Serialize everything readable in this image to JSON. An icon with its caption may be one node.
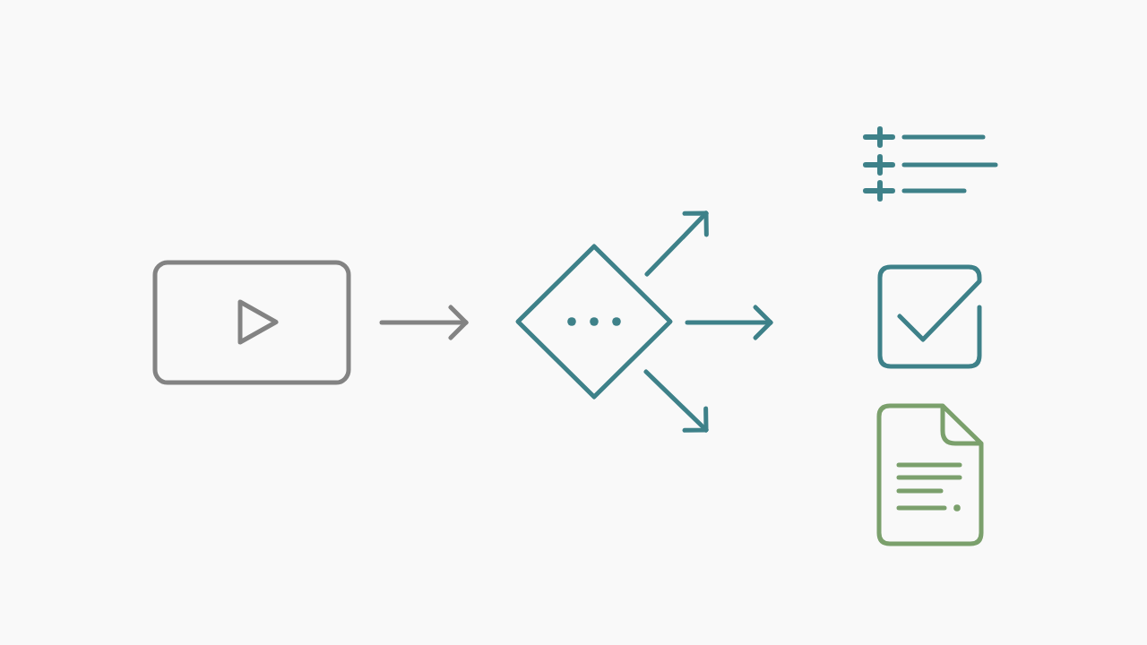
{
  "diagram": {
    "nodes": [
      {
        "text": [],
        "shape": "picture"
      },
      {
        "text": [],
        "shape": "diamond"
      },
      {
        "text": [],
        "shape": "picture"
      },
      {
        "text": [],
        "shape": "picture"
      },
      {
        "text": [],
        "shape": "picture"
      }
    ],
    "edges": [
      {
        "from": 0,
        "to": 1,
        "arrow": "to",
        "color": "#838383"
      },
      {
        "from": 1,
        "to": null,
        "arrow": "to"
      },
      {
        "from": 1,
        "to": null,
        "arrow": "to"
      },
      {
        "from": 1,
        "to": null,
        "arrow": "to"
      }
    ]
  }
}
